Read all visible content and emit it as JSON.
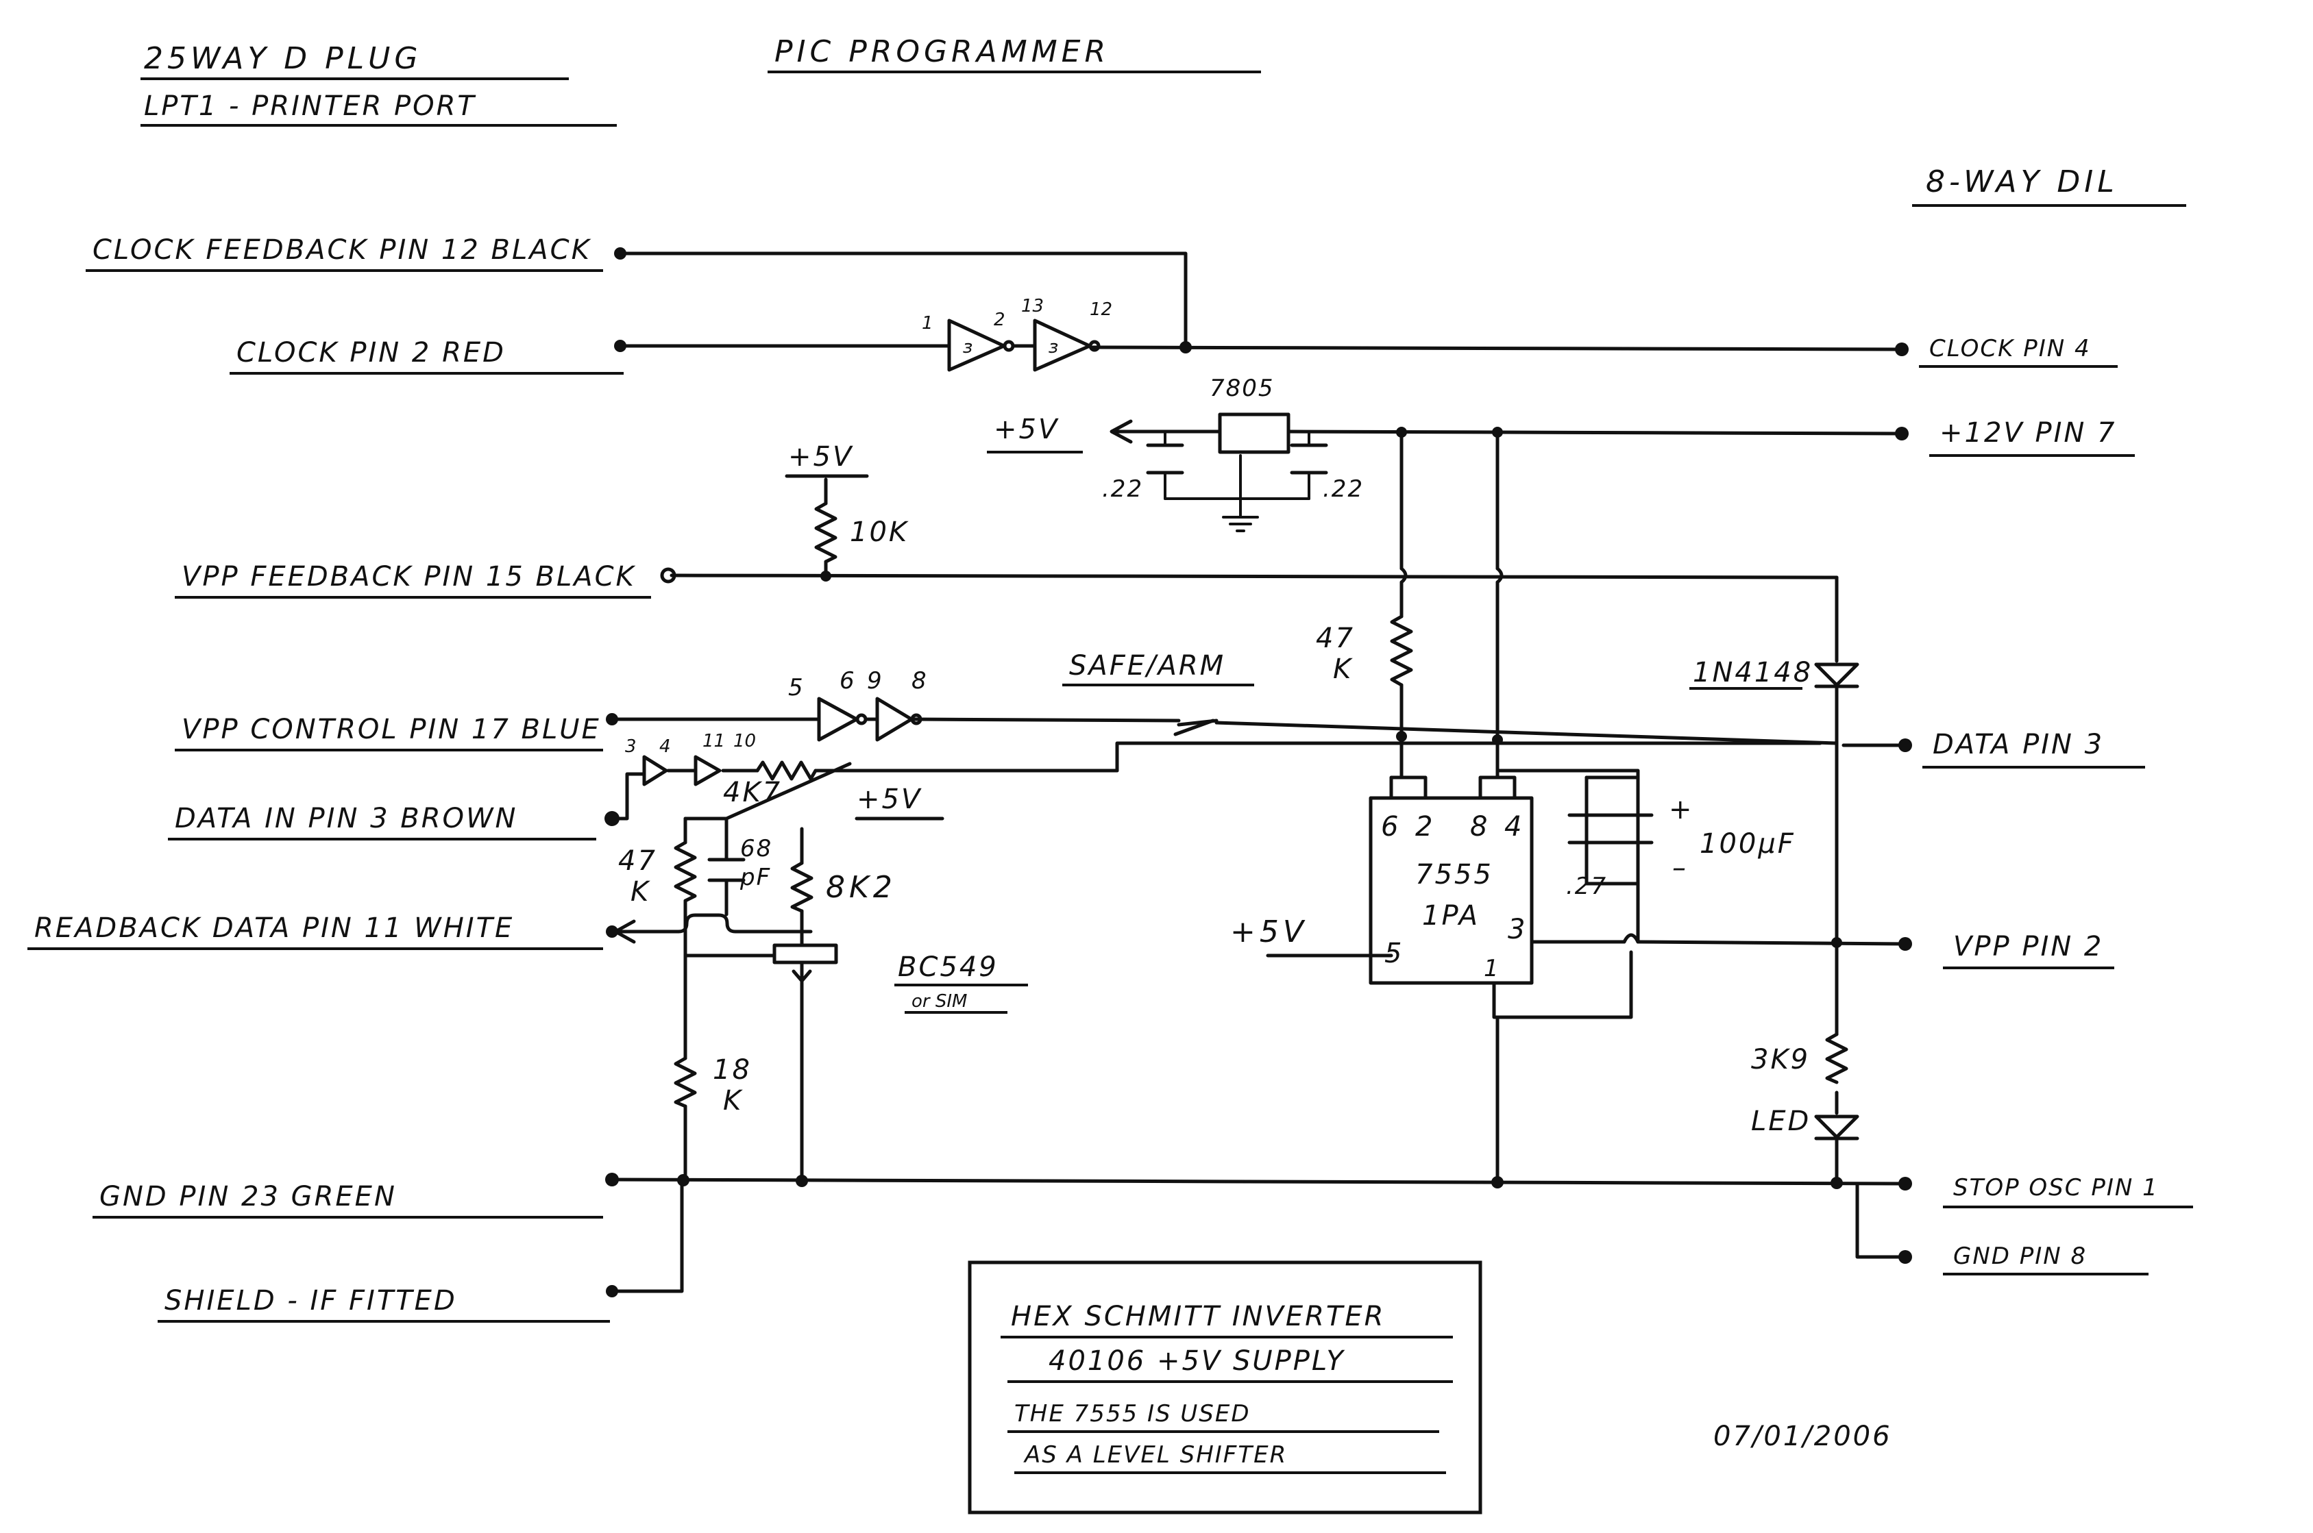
{
  "title": "PIC PROGRAMMER",
  "left_header": {
    "line1": "25WAY  D  PLUG",
    "line2": "LPT1  - PRINTER  PORT"
  },
  "right_header": "8-WAY  DIL",
  "left_pins": {
    "clock_feedback": "CLOCK FEEDBACK PIN 12 BLACK",
    "clock": "CLOCK  PIN 2  RED",
    "vpp_feedback": "VPP FEEDBACK PIN 15 BLACK",
    "vpp_control": "VPP CONTROL PIN 17 BLUE",
    "data_in": "DATA IN  PIN 3 BROWN",
    "readback": "READBACK DATA  PIN 11  WHITE",
    "gnd": "GND  PIN 23  GREEN",
    "shield": "SHIELD - IF FITTED"
  },
  "right_pins": {
    "clock": "CLOCK  PIN 4",
    "v12": "+12V  PIN 7",
    "data": "DATA  PIN 3",
    "vpp": "VPP  PIN 2",
    "stop_osc": "STOP OSC  PIN 1",
    "gnd": "GND  PIN 8"
  },
  "components": {
    "regulator": "7805",
    "v5_reg": "+5V",
    "cap_left": ".22",
    "cap_right": ".22",
    "v5_top": "+5V",
    "r10k": "10K",
    "gate_pins_clock": [
      "1",
      "2",
      "13",
      "12"
    ],
    "gate_pins_vpp": [
      "5",
      "6",
      "9",
      "8"
    ],
    "gate_pins_data": [
      "3",
      "4",
      "11",
      "10"
    ],
    "safe_arm": "SAFE/ARM",
    "r47k_top_a": "47",
    "r47k_top_b": "K",
    "diode": "1N4148",
    "r4k7": "4K7",
    "v5_mid": "+5V",
    "r47k_left_a": "47",
    "r47k_left_b": "K",
    "c68_a": "68",
    "c68_b": "pF",
    "r8k2": "8K2",
    "transistor": "BC549",
    "transistor_note": "or SIM",
    "r18k_a": "18",
    "r18k_b": "K",
    "ic_name": "7555",
    "ic_sub": "1PA",
    "ic_pin6": "6",
    "ic_pin2": "2",
    "ic_pin8": "8",
    "ic_pin4": "4",
    "ic_pin5": "5",
    "ic_pin3": "3",
    "ic_pin1": "1",
    "v5_ic": "+5V",
    "c100": "100µF",
    "c27": ".27",
    "cap_plus": "+",
    "cap_minus": "–",
    "r3k9": "3K9",
    "led": "LED"
  },
  "notes": {
    "line1": "HEX SCHMITT INVERTER",
    "line2": "40106     +5V SUPPLY",
    "line3": "THE 7555  IS  USED",
    "line4": "AS A LEVEL  SHIFTER"
  },
  "date": "07/01/2006"
}
